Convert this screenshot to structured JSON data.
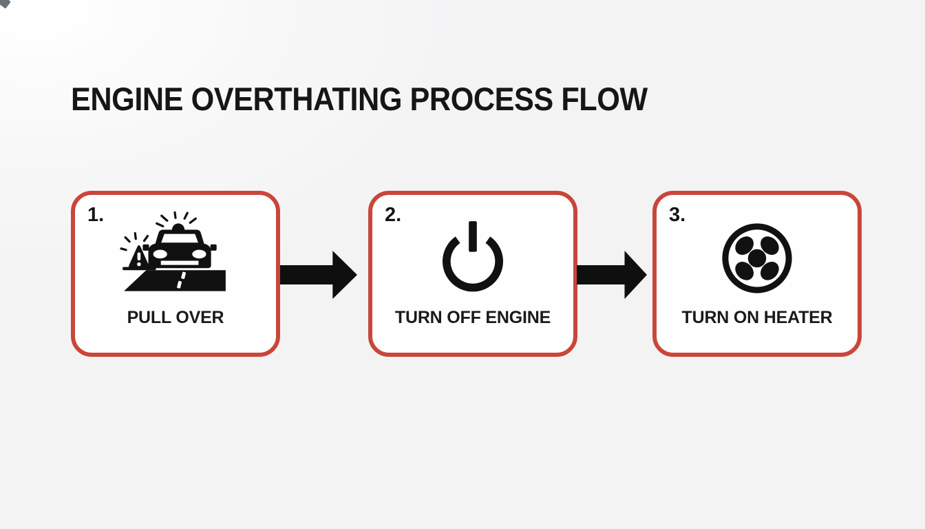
{
  "title": "ENGINE OVERTHATING PROCESS FLOW",
  "steps": [
    {
      "number": "1.",
      "label": "PULL OVER",
      "icon": "car-pulled-over-icon"
    },
    {
      "number": "2.",
      "label": "TURN OFF ENGINE",
      "icon": "power-icon"
    },
    {
      "number": "3.",
      "label": "TURN ON HEATER",
      "icon": "fan-icon"
    }
  ],
  "connectors": [
    {
      "icon": "arrow-right-icon"
    },
    {
      "icon": "arrow-right-icon"
    }
  ],
  "colors": {
    "accent_red": "#c9463a",
    "icon_black": "#111111",
    "text": "#1a1a1a",
    "background": "#f5f5f6",
    "box_fill": "#fefefe"
  }
}
